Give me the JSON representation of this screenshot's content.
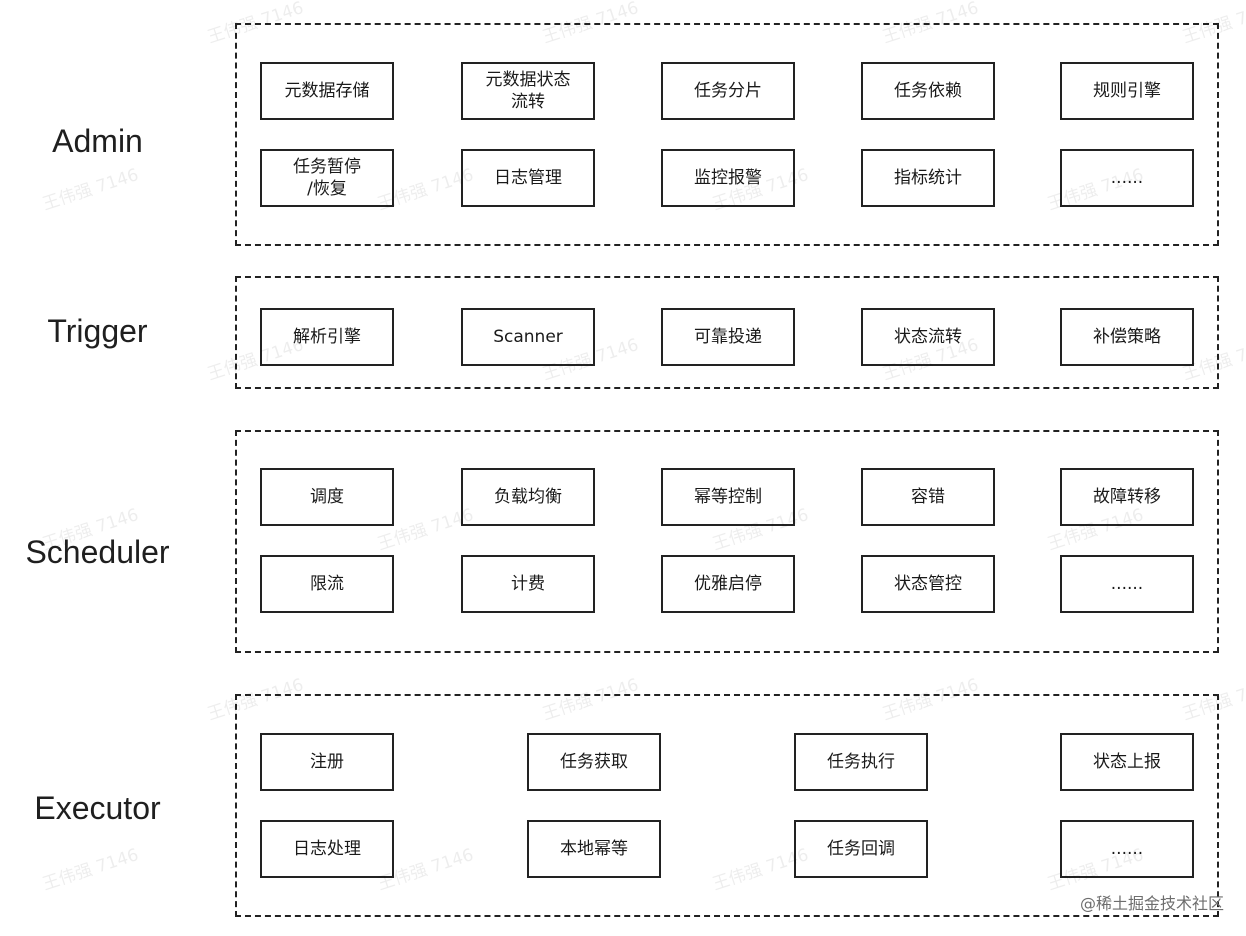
{
  "layers": [
    {
      "name": "Admin",
      "modules": [
        [
          "元数据存储",
          "元数据状态\n流转",
          "任务分片",
          "任务依赖",
          "规则引擎"
        ],
        [
          "任务暂停\n/恢复",
          "日志管理",
          "监控报警",
          "指标统计",
          "......"
        ]
      ]
    },
    {
      "name": "Trigger",
      "modules": [
        [
          "解析引擎",
          "Scanner",
          "可靠投递",
          "状态流转",
          "补偿策略"
        ]
      ]
    },
    {
      "name": "Scheduler",
      "modules": [
        [
          "调度",
          "负载均衡",
          "幂等控制",
          "容错",
          "故障转移"
        ],
        [
          "限流",
          "计费",
          "优雅启停",
          "状态管控",
          "......"
        ]
      ]
    },
    {
      "name": "Executor",
      "modules": [
        [
          "注册",
          "任务获取",
          "任务执行",
          "状态上报"
        ],
        [
          "日志处理",
          "本地幂等",
          "任务回调",
          "......"
        ]
      ]
    }
  ],
  "watermark": "王伟强 7146",
  "credit": "@稀土掘金技术社区"
}
